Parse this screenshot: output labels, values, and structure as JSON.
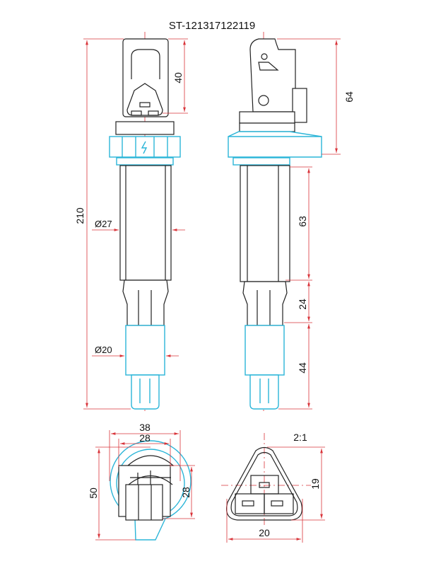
{
  "title": "ST-121317122119",
  "colors": {
    "outline": "#222222",
    "accent_cyan": "#2bb5d8",
    "dimension_red": "#d9343a"
  },
  "side_view": {
    "overall_length": "210",
    "connector_height": "40",
    "body_diameter": "Ø27",
    "boot_diameter": "Ø20"
  },
  "front_view": {
    "head_height": "64",
    "body_length": "63",
    "mid_length": "24",
    "boot_length": "44"
  },
  "bottom_view": {
    "outer_width": "38",
    "inner_width": "28",
    "height": "50",
    "connector_height": "28"
  },
  "connector_detail": {
    "scale": "2:1",
    "height": "19",
    "width": "20"
  }
}
